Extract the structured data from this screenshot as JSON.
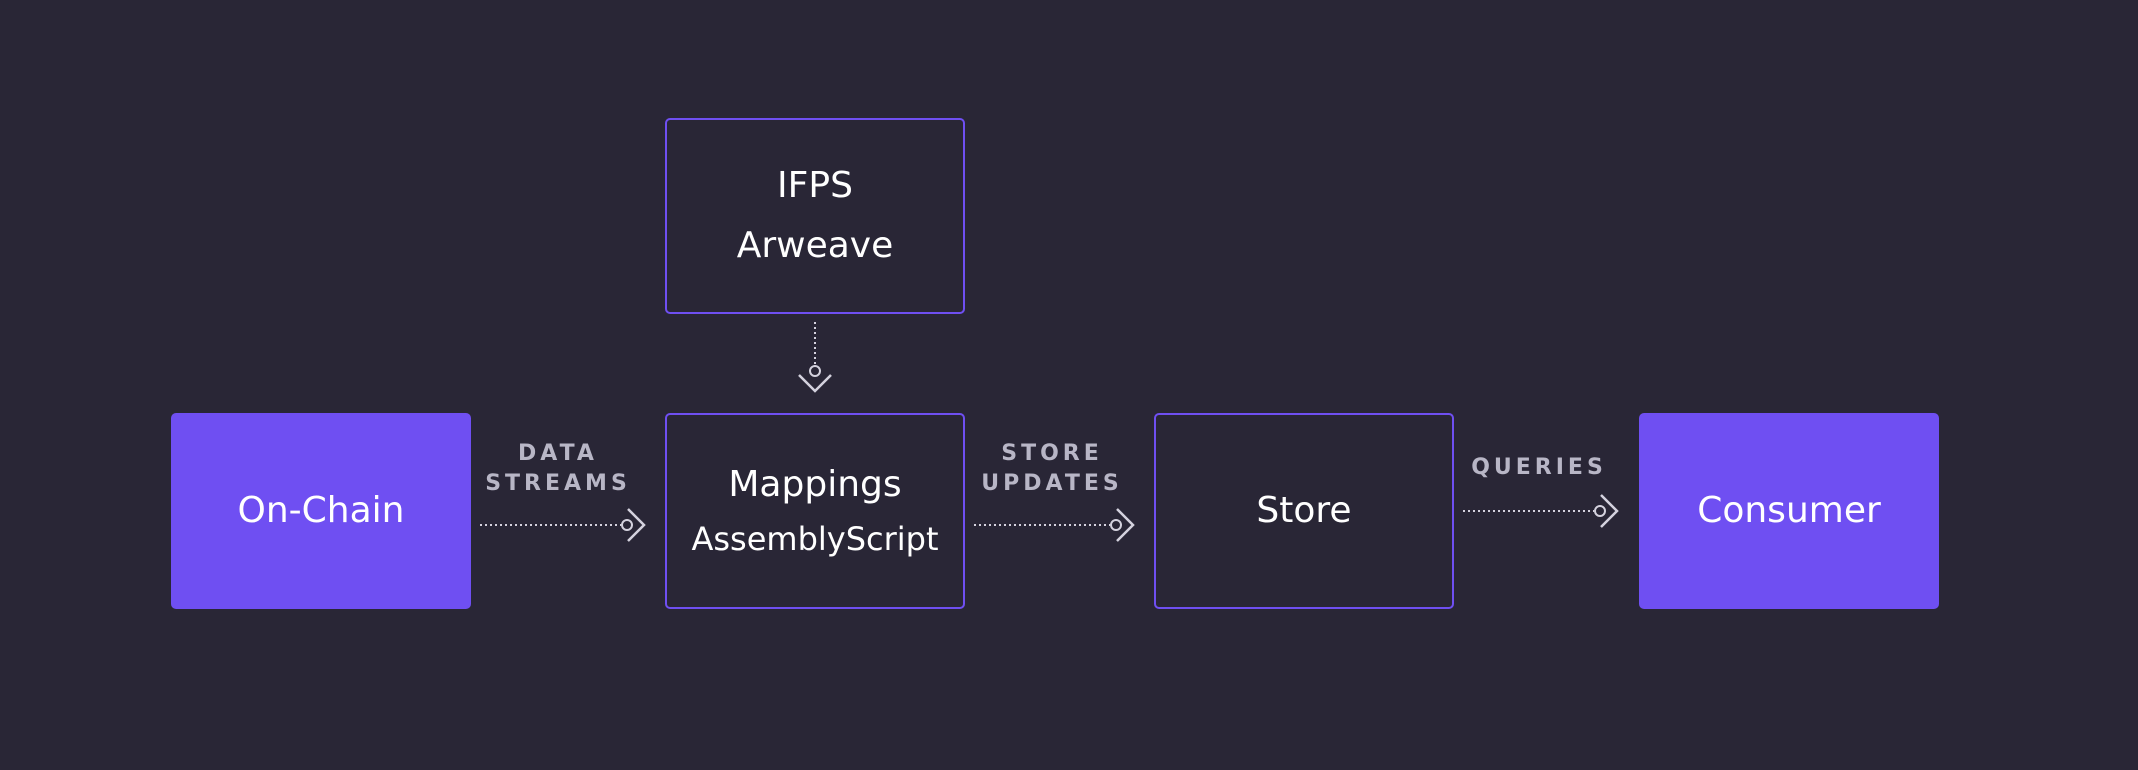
{
  "nodes": {
    "storage": {
      "line1": "IFPS",
      "line2": "Arweave"
    },
    "onchain": {
      "label": "On-Chain"
    },
    "mappings": {
      "title": "Mappings",
      "subtitle": "AssemblyScript"
    },
    "store": {
      "label": "Store"
    },
    "consumer": {
      "label": "Consumer"
    }
  },
  "edges": {
    "data_streams": {
      "line1": "DATA",
      "line2": "STREAMS"
    },
    "store_updates": {
      "line1": "STORE",
      "line2": "UPDATES"
    },
    "queries": {
      "line1": "QUERIES"
    }
  },
  "colors": {
    "background": "#292636",
    "accent": "#6f4ff2",
    "edge_label": "#b8b6c6",
    "connector": "#d4d2de"
  }
}
